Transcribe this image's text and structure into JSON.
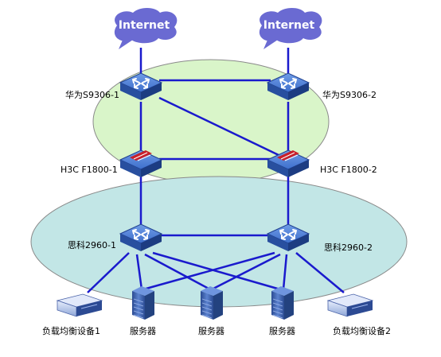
{
  "clouds": [
    {
      "id": "internet-1",
      "label": "Internet"
    },
    {
      "id": "internet-2",
      "label": "Internet"
    }
  ],
  "devices": {
    "core1": {
      "label": "华为S9306-1",
      "type": "router"
    },
    "core2": {
      "label": "华为S9306-2",
      "type": "router"
    },
    "fw1": {
      "label": "H3C F1800-1",
      "type": "firewall"
    },
    "fw2": {
      "label": "H3C F1800-2",
      "type": "firewall"
    },
    "acc1": {
      "label": "思科2960-1",
      "type": "router"
    },
    "acc2": {
      "label": "思科2960-2",
      "type": "router"
    },
    "lb1": {
      "label": "负载均衡设备1",
      "type": "appliance"
    },
    "srv1": {
      "label": "服务器",
      "type": "server"
    },
    "srv2": {
      "label": "服务器",
      "type": "server"
    },
    "srv3": {
      "label": "服务器",
      "type": "server"
    },
    "lb2": {
      "label": "负载均衡设备2",
      "type": "appliance"
    }
  },
  "colors": {
    "link": "#1a1acd",
    "cloud": "#6a6ad2",
    "upper_zone": "#d9f5c9",
    "lower_zone": "#c2e6e6",
    "device_top": "#4c80d8",
    "device_side": "#1f4aa0",
    "firewall_band": "#c8202a",
    "server": "#3a5ea8"
  }
}
